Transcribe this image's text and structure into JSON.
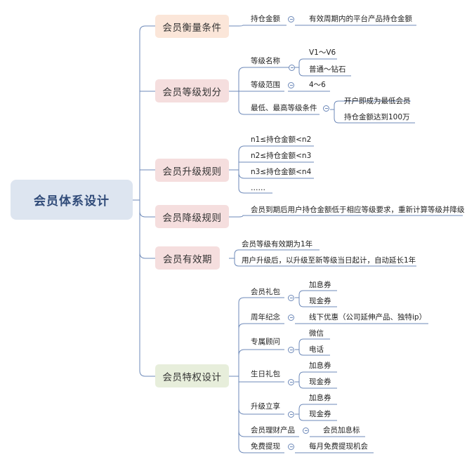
{
  "root": "会员体系设计",
  "branches": {
    "measure": "会员衡量条件",
    "levels": "会员等级划分",
    "upgrade": "会员升级规则",
    "downgrade": "会员降级规则",
    "validity": "会员有效期",
    "privilege": "会员特权设计"
  },
  "measure": {
    "label": "持仓金额",
    "value": "有效周期内的平台产品持仓金额"
  },
  "levels": {
    "name_label": "等级名称",
    "name_values": [
      "V1～V6",
      "普通～钻石"
    ],
    "range_label": "等级范围",
    "range_value": "4～6",
    "minmax_label": "最低、最高等级条件",
    "minmax_values": [
      "开户即成为最低会员",
      "持仓金额达到100万"
    ]
  },
  "upgrade": {
    "rules": [
      "n1≤持仓金额<n2",
      "n2≤持仓金额<n3",
      "n3≤持仓金额<n4",
      "……"
    ]
  },
  "downgrade": {
    "rule": "会员到期后用户持仓金额低于相应等级要求，重新计算等级并降级"
  },
  "validity": {
    "items": [
      "会员等级有效期为1年",
      "用户升级后，以升级至新等级当日起计，自动延长1年"
    ]
  },
  "privilege": {
    "gift_label": "会员礼包",
    "gift_values": [
      "加息券",
      "现金券"
    ],
    "anniv_label": "周年纪念",
    "anniv_value": "线下优惠（公司延伸产品、独特ip）",
    "advisor_label": "专属顾问",
    "advisor_values": [
      "微信",
      "电话"
    ],
    "birthday_label": "生日礼包",
    "birthday_values": [
      "加息券",
      "现金券"
    ],
    "upgrade_label": "升级立享",
    "upgrade_values": [
      "加息券",
      "现金券"
    ],
    "finance_label": "会员理财产品",
    "finance_value": "会员加息标",
    "withdraw_label": "免费提现",
    "withdraw_value": "每月免费提现机会"
  },
  "colors": {
    "line": "#6c88b8",
    "root_bg": "#dde5f0",
    "root_text": "#2f4a78",
    "measure_bg": "#fbe6d9",
    "pink_bg": "#f5dede",
    "privilege_bg": "#e7eedb"
  },
  "icons": [
    "collapse-icon"
  ]
}
